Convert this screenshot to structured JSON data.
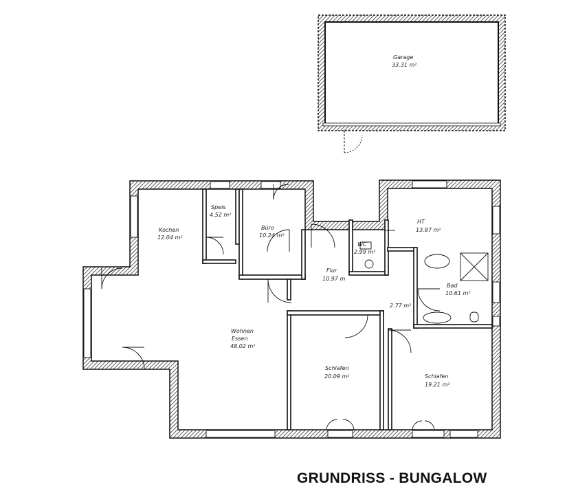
{
  "title": "GRUNDRISS - BUNGALOW",
  "rooms": {
    "garage": {
      "name": "Garage",
      "area": "33.31 m²"
    },
    "speis": {
      "name": "Speis",
      "area": "4.52 m²"
    },
    "kochen": {
      "name": "Kochen",
      "area": "12.04 m²"
    },
    "buero": {
      "name": "Büro",
      "area": "10.24 m²"
    },
    "wc": {
      "name": "WC",
      "area": "2.99 m²"
    },
    "flur": {
      "name": "Flur",
      "area": "10.97 m"
    },
    "flur2": {
      "name": "",
      "area": "2.77 m²"
    },
    "ht": {
      "name": "HT",
      "area": "13.87 m²"
    },
    "bad": {
      "name": "Bad",
      "area": "10.61 m²"
    },
    "wohnen": {
      "name": "Wohnen",
      "name2": "Essen",
      "area": "48.02 m²"
    },
    "schlafen1": {
      "name": "Schlafen",
      "area": "20.09 m²"
    },
    "schlafen2": {
      "name": "Schlafen",
      "area": "19.21 m²"
    }
  },
  "colors": {
    "wall": "#111111",
    "hatch": "#555555",
    "background": "#ffffff"
  }
}
